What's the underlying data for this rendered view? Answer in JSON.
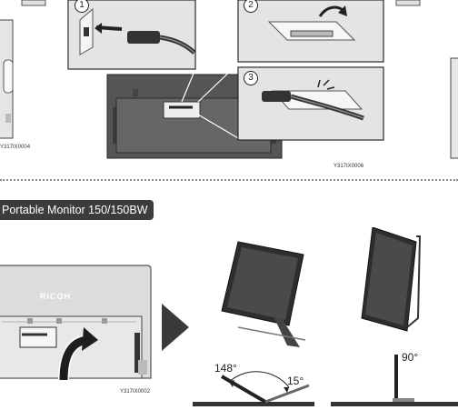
{
  "top": {
    "step_numbers": [
      "1",
      "2",
      "3"
    ],
    "left_code": "Y317IX0004",
    "right_code": "Y317IX0006"
  },
  "section": {
    "title": "Portable Monitor 150/150BW"
  },
  "bottom": {
    "monitor_brand": "RICOH",
    "top_brand": "RICOH",
    "monitor_code": "Y317IX0002",
    "angle_max": "148°",
    "angle_min": "15°",
    "angle_portrait": "90°"
  }
}
